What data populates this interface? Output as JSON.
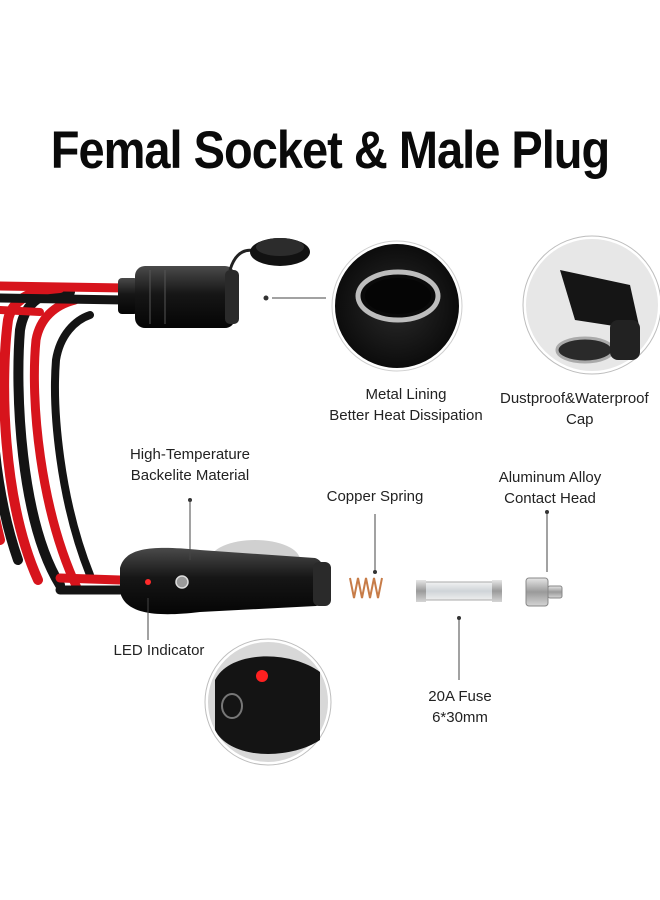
{
  "title": "Femal Socket & Male Plug",
  "labels": {
    "metal_lining_1": "Metal Lining",
    "metal_lining_2": "Better Heat Dissipation",
    "cap_1": "Dustproof&Waterproof",
    "cap_2": "Cap",
    "backelite_1": "High-Temperature",
    "backelite_2": "Backelite Material",
    "spring": "Copper Spring",
    "contact_1": "Aluminum Alloy",
    "contact_2": "Contact Head",
    "led": "LED Indicator",
    "fuse_1": "20A Fuse",
    "fuse_2": "6*30mm"
  },
  "colors": {
    "cable_red": "#d7141c",
    "cable_black": "#141414",
    "text": "#222222"
  }
}
